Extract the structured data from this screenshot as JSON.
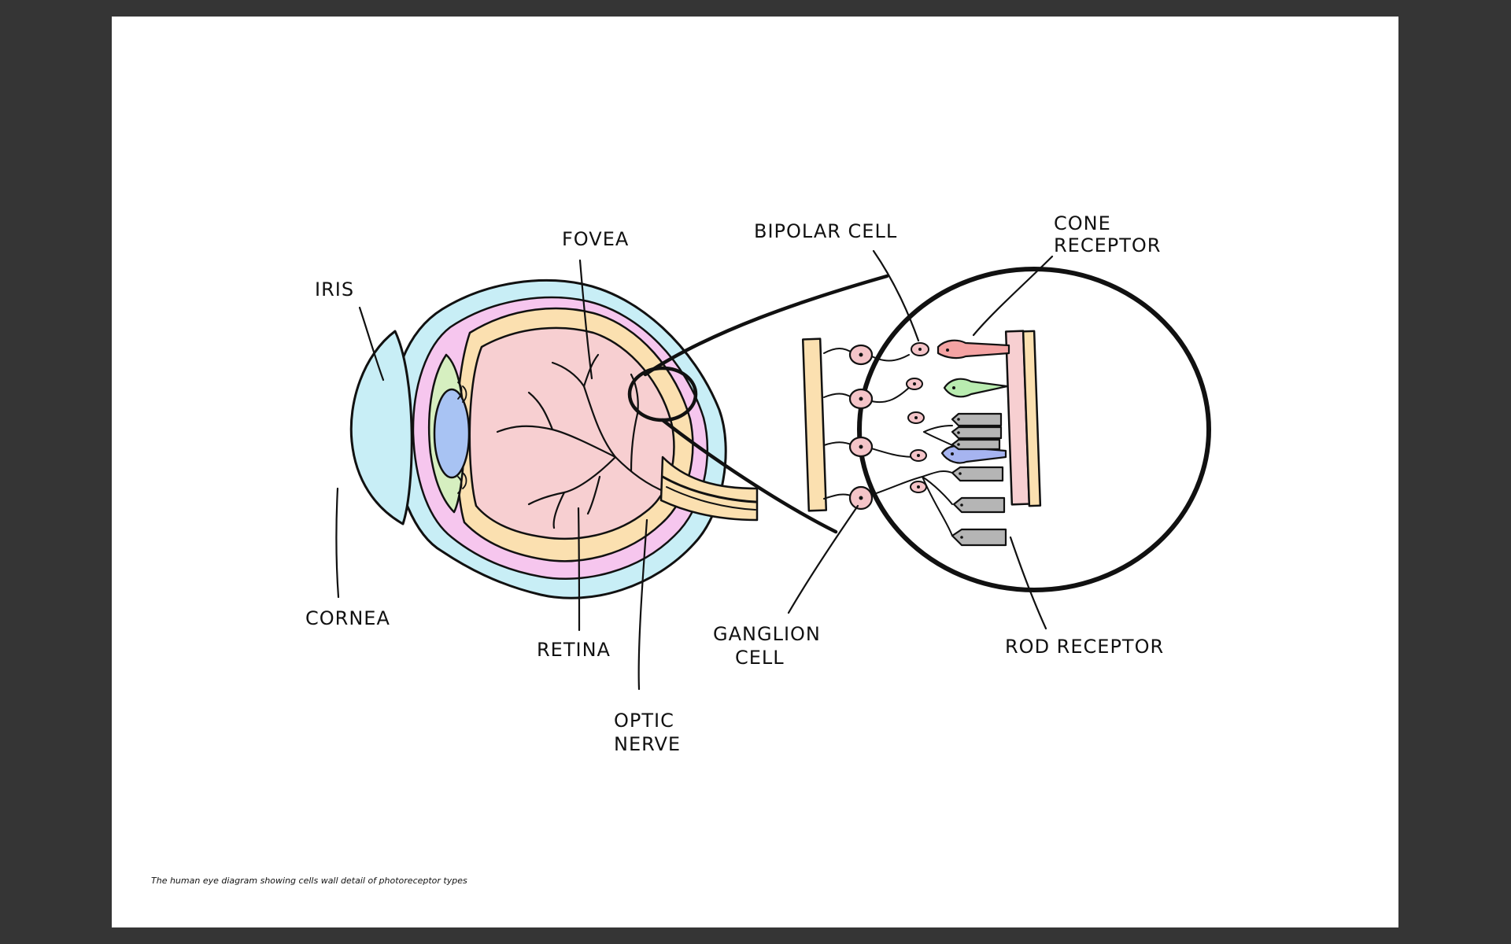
{
  "labels": {
    "fovea": "FOVEA",
    "iris": "IRIS",
    "cornea": "CORNEA",
    "retina": "RETINA",
    "optic_nerve_1": "OPTIC",
    "optic_nerve_2": "NERVE",
    "bipolar_cell": "BIPOLAR CELL",
    "cone_receptor_1": "CONE",
    "cone_receptor_2": "RECEPTOR",
    "ganglion_cell_1": "GANGLION",
    "ganglion_cell_2": "CELL",
    "rod_receptor": "ROD RECEPTOR"
  },
  "caption": "The human eye diagram showing cells wall detail of photoreceptor types",
  "colors": {
    "sclera": "#c8eef6",
    "choroid": "#f6c6ee",
    "retina_layer": "#fbe0b0",
    "vitreous": "#f7cfd1",
    "lens": "#a8c3f3",
    "iris_tissue": "#d6efc0",
    "cell_pink": "#f4c4c8",
    "cone_red": "#f4a3a3",
    "cone_green": "#b9ecb0",
    "cone_blue": "#a6b4f0",
    "rod_grey": "#b5b5b5",
    "outline": "#111111"
  }
}
